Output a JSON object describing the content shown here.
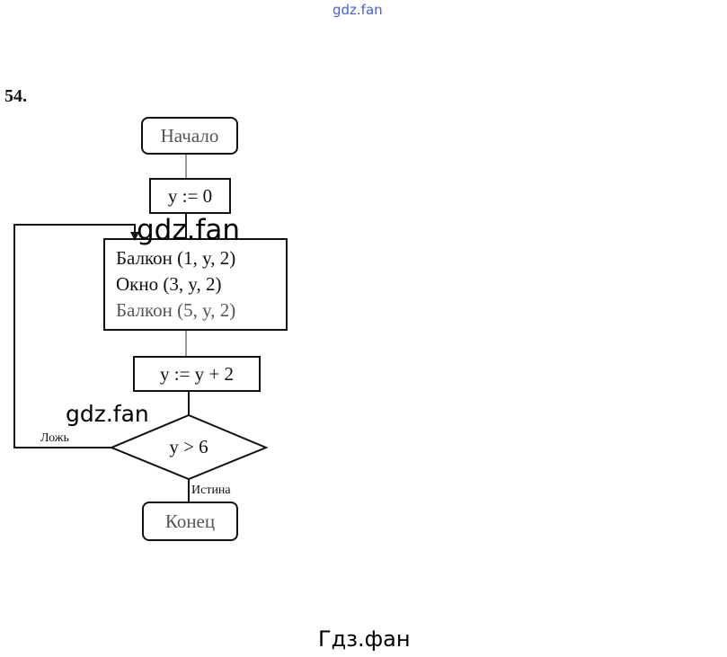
{
  "watermark_top": "gdz.fan",
  "watermark_mid1": "gdz.fan",
  "watermark_mid2": "gdz.fan",
  "watermark_bottom": "Гдз.фан",
  "exercise_number": "54.",
  "flowchart": {
    "start": "Начало",
    "init": "y := 0",
    "body": [
      "Балкон (1, y, 2)",
      "Окно (3, y, 2)",
      "Балкон (5, y, 2)"
    ],
    "increment": "y := y + 2",
    "condition": "y > 6",
    "false_label": "Ложь",
    "true_label": "Истина",
    "end": "Конец"
  }
}
